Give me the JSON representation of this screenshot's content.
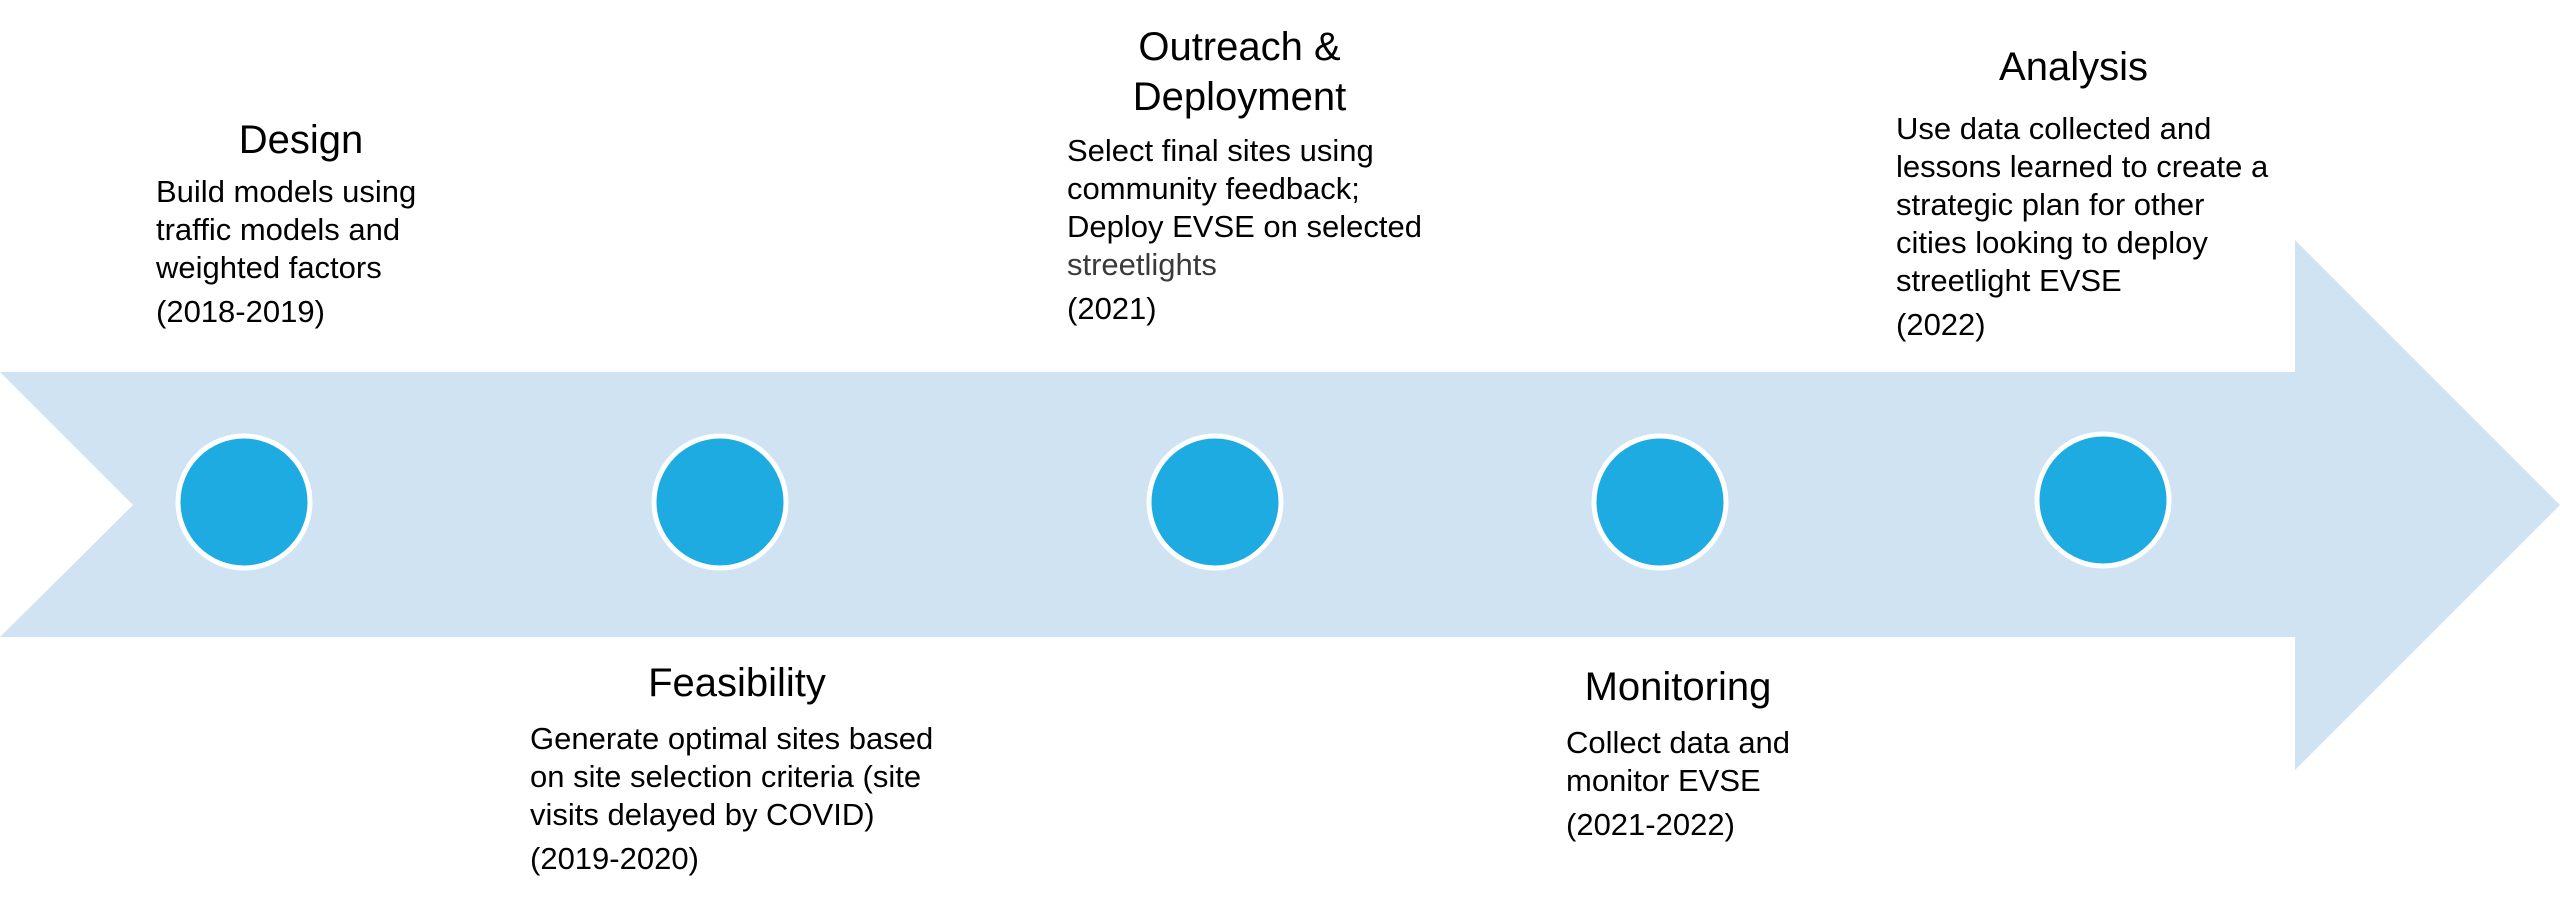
{
  "colors": {
    "arrow": "#cfe3f3",
    "milestone_fill": "#1eabe2",
    "milestone_stroke": "#ffffff"
  },
  "stages": [
    {
      "title": "Design",
      "description": [
        "Build models using",
        "traffic models and",
        "weighted factors"
      ],
      "dates": "(2018-2019)"
    },
    {
      "title": "Feasibility",
      "description": [
        "Generate optimal sites based",
        "on site selection criteria (site",
        "visits delayed by COVID)"
      ],
      "dates": "(2019-2020)"
    },
    {
      "title": "Outreach & Deployment",
      "title_lines": [
        "Outreach &",
        "Deployment"
      ],
      "description": [
        "Select final sites using",
        "community feedback;",
        "Deploy EVSE on selected",
        "streetlights"
      ],
      "dates": "(2021)"
    },
    {
      "title": "Monitoring",
      "description": [
        "Collect data and",
        "monitor EVSE"
      ],
      "dates": "(2021-2022)"
    },
    {
      "title": "Analysis",
      "description": [
        "Use data collected and",
        "lessons learned to create a",
        "strategic plan for other",
        "cities looking to deploy",
        "streetlight EVSE"
      ],
      "dates": "(2022)"
    }
  ]
}
